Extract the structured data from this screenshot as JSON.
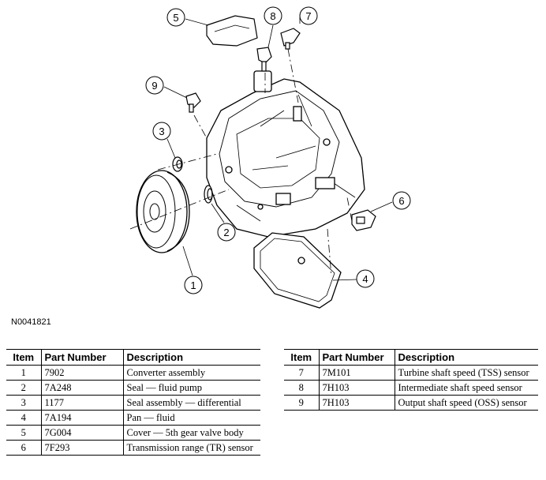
{
  "figure_id": "N0041821",
  "callouts": [
    "1",
    "2",
    "3",
    "4",
    "5",
    "6",
    "7",
    "8",
    "9"
  ],
  "table_headers": {
    "item": "Item",
    "part_number": "Part Number",
    "description": "Description"
  },
  "parts_left": [
    {
      "item": "1",
      "part_number": "7902",
      "description": "Converter assembly"
    },
    {
      "item": "2",
      "part_number": "7A248",
      "description": "Seal — fluid pump"
    },
    {
      "item": "3",
      "part_number": "1177",
      "description": "Seal assembly — differential"
    },
    {
      "item": "4",
      "part_number": "7A194",
      "description": "Pan — fluid"
    },
    {
      "item": "5",
      "part_number": "7G004",
      "description": "Cover — 5th gear valve body"
    },
    {
      "item": "6",
      "part_number": "7F293",
      "description": "Transmission range (TR) sensor"
    }
  ],
  "parts_right": [
    {
      "item": "7",
      "part_number": "7M101",
      "description": "Turbine shaft speed (TSS) sensor"
    },
    {
      "item": "8",
      "part_number": "7H103",
      "description": "Intermediate shaft speed sensor"
    },
    {
      "item": "9",
      "part_number": "7H103",
      "description": "Output shaft speed (OSS) sensor"
    }
  ]
}
